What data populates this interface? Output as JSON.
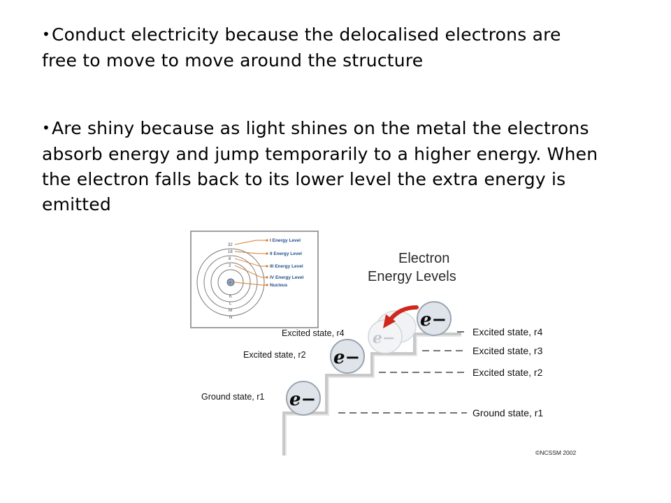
{
  "bullets": [
    {
      "symbol": "•",
      "text": "Conduct electricity because the delocalised electrons are free to move to move around the structure"
    },
    {
      "symbol": "•",
      "text": "Are shiny because as light shines on the metal the electrons absorb energy and jump temporarily to a higher energy. When the electron falls back to its lower level the extra energy is emitted"
    }
  ],
  "atom_diagram": {
    "shell_counts": [
      "32",
      "18",
      "8",
      "2"
    ],
    "shell_letters": [
      "K",
      "L",
      "M",
      "N"
    ],
    "nucleus_symbol": "+",
    "labels": [
      "I  Energy Level",
      "II  Energy Level",
      "III  Energy Level",
      "IV  Energy Level",
      "Nucleus"
    ]
  },
  "energy_diagram": {
    "title_line1": "Electron",
    "title_line2": "Energy Levels",
    "left_labels": {
      "r4": "Excited state, r4",
      "r2": "Excited state, r2",
      "r1": "Ground state, r1"
    },
    "right_labels": {
      "r4": "Excited state, r4",
      "r3": "Excited state, r3",
      "r2": "Excited state, r2",
      "r1": "Ground state, r1"
    },
    "electron_label": "e−",
    "copyright": "©NCSSM 2002",
    "colors": {
      "step": "#c8c8c8",
      "electron_fill": "#dfe4ea",
      "arrow": "#d0281c"
    }
  }
}
